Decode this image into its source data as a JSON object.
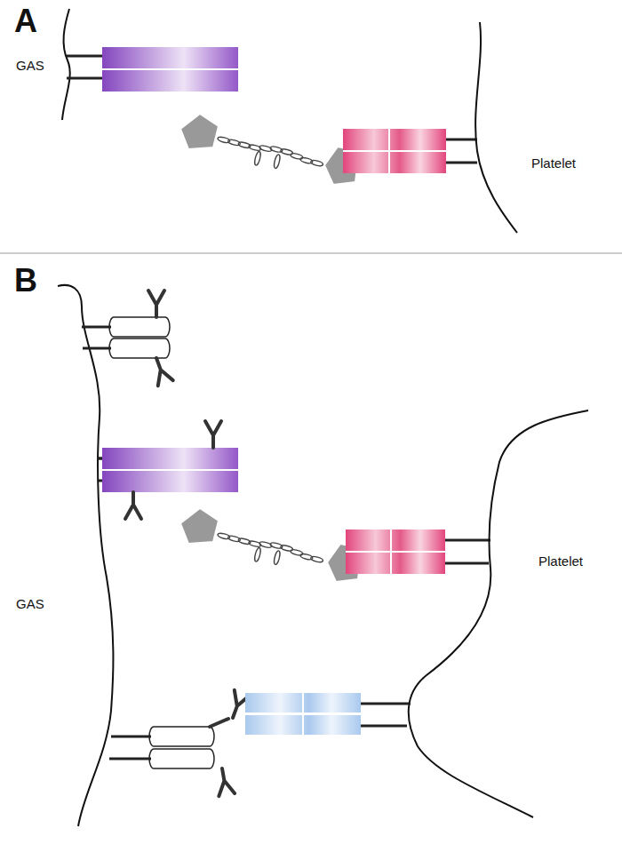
{
  "diagram": {
    "labels": [
      "A",
      "GAS",
      "Platelet",
      "B",
      "GAS",
      "Platelet"
    ]
  }
}
